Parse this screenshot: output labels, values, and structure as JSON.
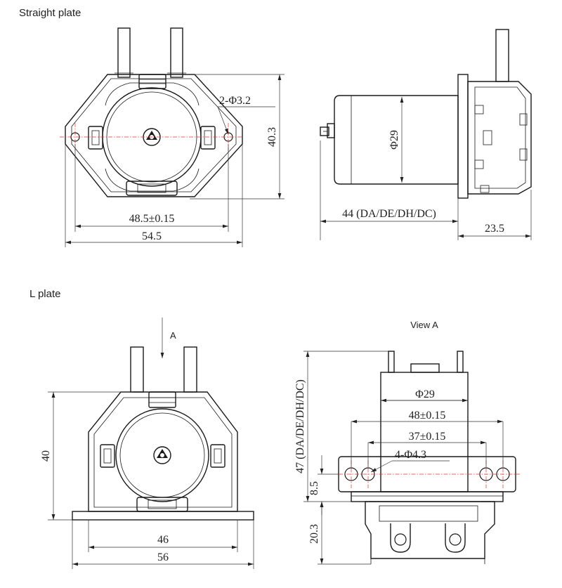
{
  "sections": {
    "straight_plate": "Straight plate",
    "l_plate": "L plate"
  },
  "labels": {
    "view_a": "View A",
    "arrow_a": "A"
  },
  "dimensions": {
    "sp_holes": "2-Φ3.2",
    "sp_height": "40.3",
    "sp_hole_spacing": "48.5±0.15",
    "sp_width": "54.5",
    "side_diameter": "Φ29",
    "side_length": "44 (DA/DE/DH/DC)",
    "side_depth": "23.5",
    "lp_height": "40",
    "lp_hole_spacing": "46",
    "lp_width": "56",
    "va_diameter": "Φ29",
    "va_outer_spacing": "48±0.15",
    "va_inner_spacing": "37±0.15",
    "va_holes": "4-Φ4.3",
    "va_total": "47 (DA/DE/DH/DC)",
    "va_flange": "8.5",
    "va_base": "20.3"
  },
  "colors": {
    "line": "#1a1a1a",
    "centerline": "#e0352b"
  }
}
